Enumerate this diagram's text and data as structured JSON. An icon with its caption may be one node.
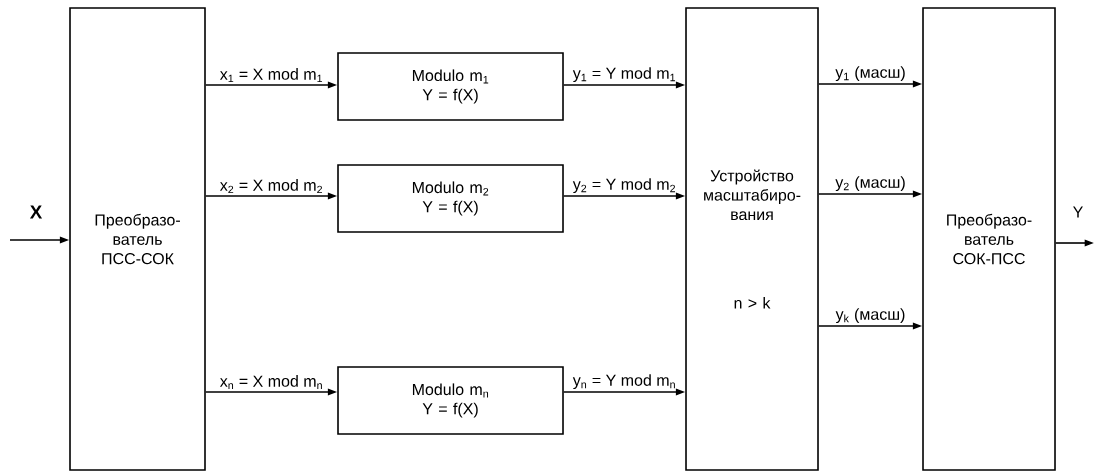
{
  "diagram": {
    "nodes": [
      {
        "text": [
          "Преобразо-ватель ПСС-СОК"
        ]
      },
      {
        "text": [
          "Modulo m$_{1}$",
          "Y = f(X)"
        ]
      },
      {
        "text": [
          "Modulo m$_{2}$",
          "Y = f(X)"
        ]
      },
      {
        "text": [
          "Modulo m$_{n}$",
          "Y = f(X)"
        ]
      },
      {
        "text": [
          "Устройство масштабиро-вания",
          "n > k"
        ]
      },
      {
        "text": [
          "Преобразо-ватель СОК-ПСС"
        ]
      }
    ],
    "edges": [
      {
        "from": null,
        "to": 0,
        "arrow": "to",
        "label": "X"
      },
      {
        "from": 0,
        "to": 1,
        "arrow": "to",
        "label": "x$_{1}$ = X mod m$_{1}$"
      },
      {
        "from": 0,
        "to": 2,
        "arrow": "to",
        "label": "x$_{2}$ = X mod m$_{2}$"
      },
      {
        "from": 0,
        "to": 3,
        "arrow": "to",
        "label": "x$_{n}$ = X mod m$_{n}$"
      },
      {
        "from": 1,
        "to": 4,
        "arrow": "to",
        "label": "y$_{1}$ = Y mod m$_{1}$"
      },
      {
        "from": 2,
        "to": 4,
        "arrow": "to",
        "label": "y$_{2}$ = Y mod m$_{2}$"
      },
      {
        "from": 3,
        "to": 4,
        "arrow": "to",
        "label": "y$_{n}$ = Y mod m$_{n}$"
      },
      {
        "from": 4,
        "to": 5,
        "arrow": "to",
        "label": "y$_{1}$ (масш)"
      },
      {
        "from": 4,
        "to": 5,
        "arrow": "to",
        "label": "y$_{2}$ (масш)"
      },
      {
        "from": 4,
        "to": 5,
        "arrow": "to",
        "label": "y$_{k}$ (масш)"
      },
      {
        "from": 5,
        "to": null,
        "arrow": "to",
        "label": "Y"
      }
    ]
  }
}
